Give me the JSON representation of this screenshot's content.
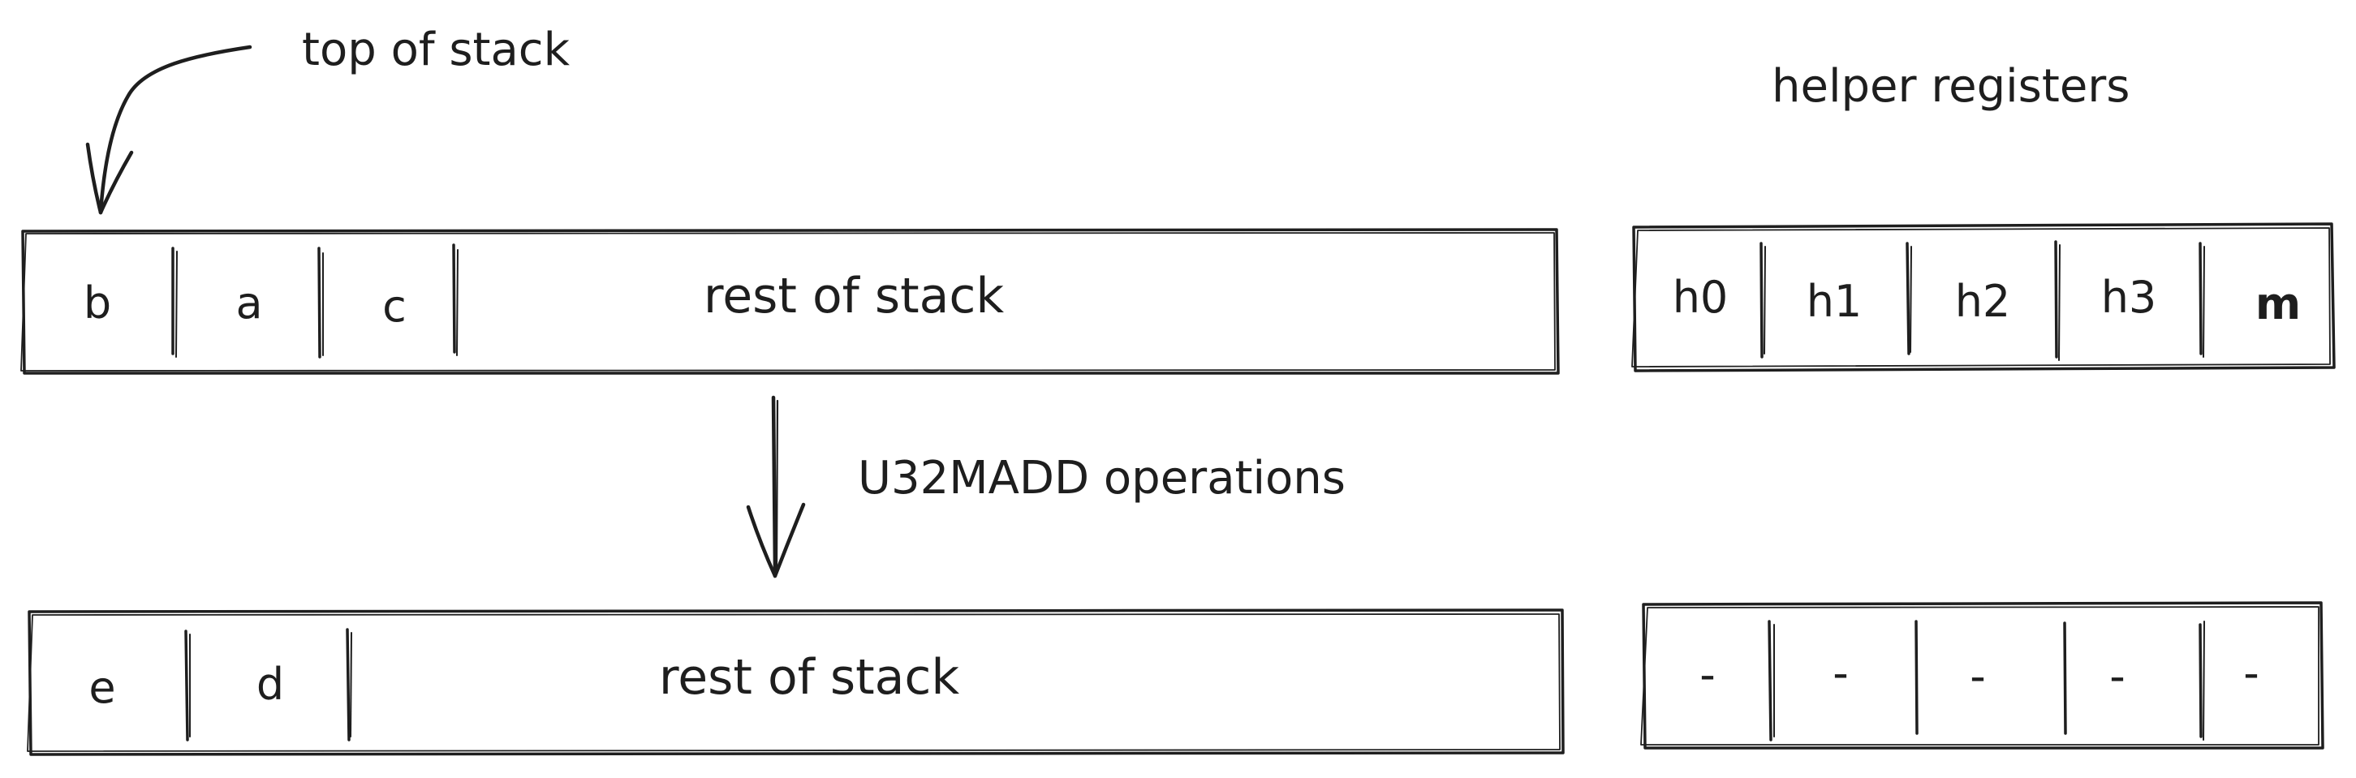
{
  "annotations": {
    "top_of_stack": "top of stack",
    "helper_registers": "helper registers",
    "operation": "U32MADD operations"
  },
  "before": {
    "stack_cells": [
      "b",
      "a",
      "c"
    ],
    "stack_rest": "rest of stack",
    "helper_cells": [
      "h0",
      "h1",
      "h2",
      "h3",
      "m"
    ]
  },
  "after": {
    "stack_cells": [
      "e",
      "d"
    ],
    "stack_rest": "rest of stack",
    "helper_cells": [
      "-",
      "-",
      "-",
      "-",
      "-"
    ]
  }
}
